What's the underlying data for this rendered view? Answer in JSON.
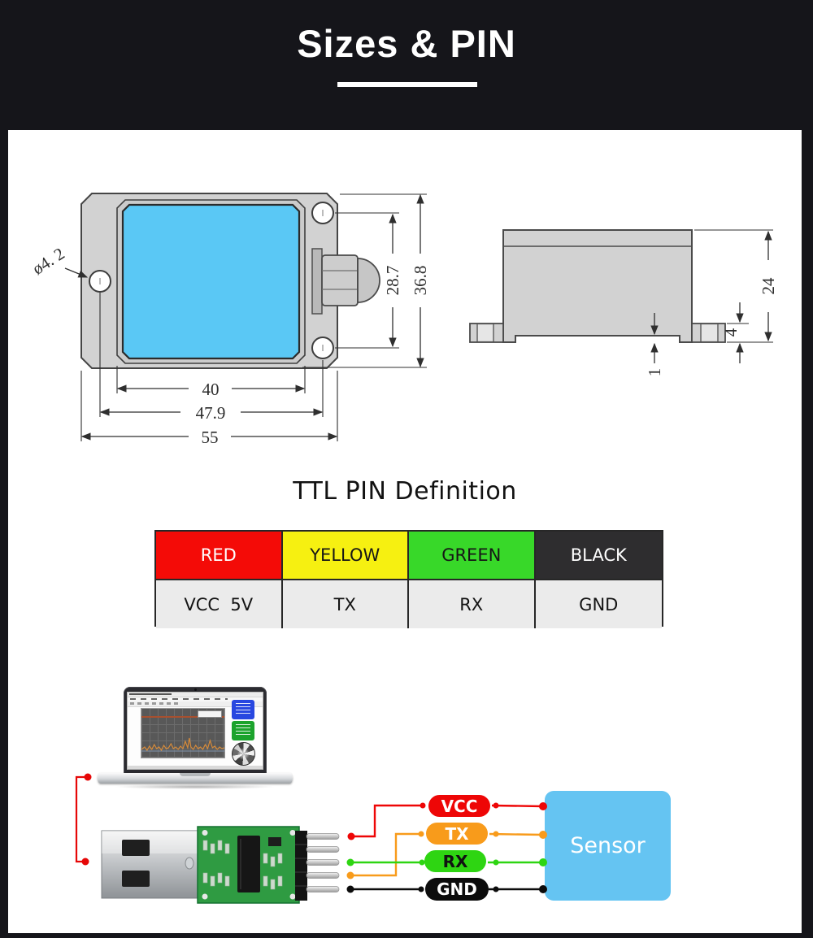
{
  "header": {
    "title": "Sizes & PIN"
  },
  "colors": {
    "page_bg": "#15151a",
    "panel_bg": "#ffffff",
    "cad_body": "#d2d2d2",
    "cad_blue": "#5ac8f5",
    "sensor_blue": "#65c4f2",
    "wire_red": "#ee0606",
    "wire_orange": "#f89b1b",
    "wire_green": "#2ed512",
    "wire_black": "#0c0c0c"
  },
  "front_view": {
    "label_hole_diameter": "ø4. 2",
    "dim_width_frame": "40",
    "dim_width_holes": "47.9",
    "dim_width_body": "55",
    "dim_height_holes": "28.7",
    "dim_height_body": "36.8"
  },
  "side_view": {
    "dim_height": "24",
    "dim_flange": "4",
    "dim_step": "1"
  },
  "ttl": {
    "heading": "TTL PIN Definition",
    "table": {
      "rows": [
        {
          "name": "RED",
          "bg": "#f40b07",
          "fg": "#ffffff",
          "signal": "VCC  5V"
        },
        {
          "name": "YELLOW",
          "bg": "#f6f011",
          "fg": "#161616",
          "signal": "TX"
        },
        {
          "name": "GREEN",
          "bg": "#38d829",
          "fg": "#161616",
          "signal": "RX"
        },
        {
          "name": "BLACK",
          "bg": "#2e2d2f",
          "fg": "#ffffff",
          "signal": "GND"
        }
      ]
    }
  },
  "diagram": {
    "sensor_label": "Sensor",
    "wires": [
      {
        "label": "VCC",
        "color": "#ee0606",
        "text_color": "#ffffff"
      },
      {
        "label": "TX",
        "color": "#f89b1b",
        "text_color": "#ffffff"
      },
      {
        "label": "RX",
        "color": "#2ed512",
        "text_color": "#111111"
      },
      {
        "label": "GND",
        "color": "#0c0c0c",
        "text_color": "#ffffff"
      }
    ]
  }
}
